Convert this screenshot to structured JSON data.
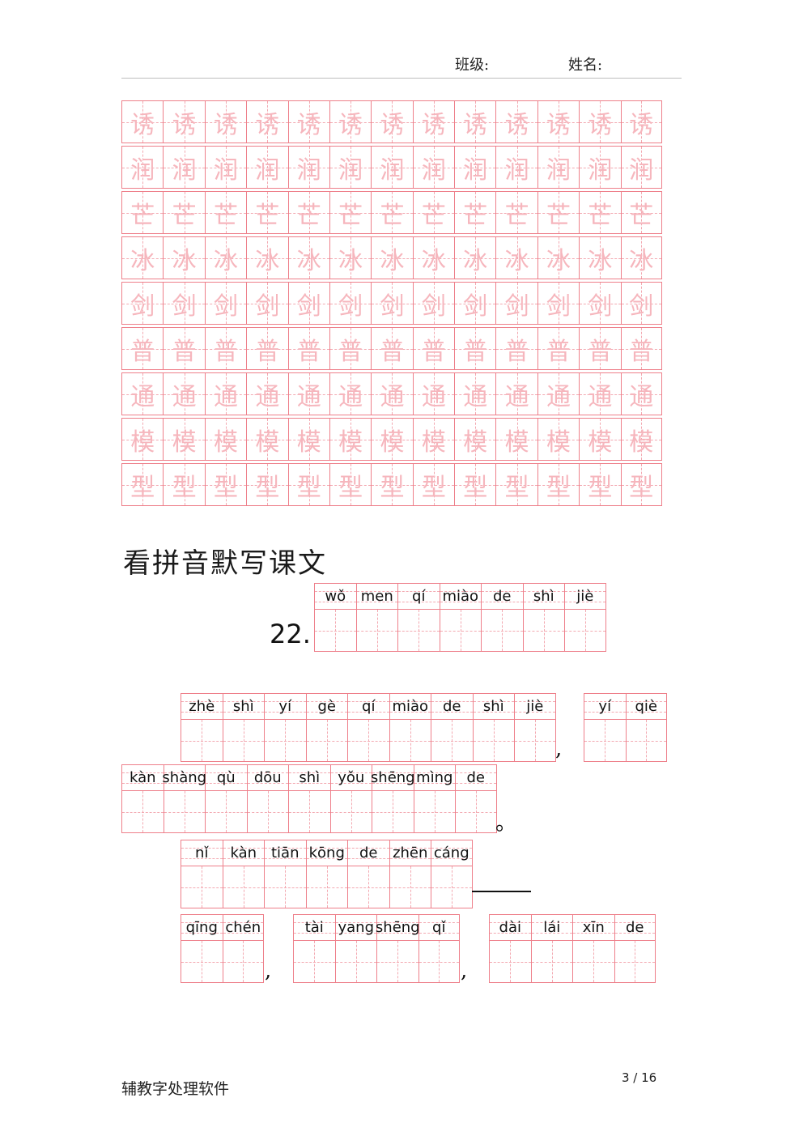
{
  "header": {
    "class_label": "班级:",
    "name_label": "姓名:"
  },
  "practice_rows": [
    {
      "char": "诱",
      "count": 13
    },
    {
      "char": "润",
      "count": 13
    },
    {
      "char": "芒",
      "count": 13
    },
    {
      "char": "冰",
      "count": 13
    },
    {
      "char": "剑",
      "count": 13
    },
    {
      "char": "普",
      "count": 13
    },
    {
      "char": "通",
      "count": 13
    },
    {
      "char": "模",
      "count": 13
    },
    {
      "char": "型",
      "count": 13
    }
  ],
  "section_title": "看拼音默写课文",
  "lesson_number": "22.",
  "groups": {
    "title": [
      "wǒ",
      "men",
      "qí",
      "miào",
      "de",
      "shì",
      "jiè"
    ],
    "l1a": [
      "zhè",
      "shì",
      "yí",
      "gè",
      "qí",
      "miào",
      "de",
      "shì",
      "jiè"
    ],
    "l1b": [
      "yí",
      "qiè"
    ],
    "l2": [
      "kàn",
      "shàng",
      "qù",
      "dōu",
      "shì",
      "yǒu",
      "shēng",
      "mìng",
      "de"
    ],
    "l3": [
      "nǐ",
      "kàn",
      "tiān",
      "kōng",
      "de",
      "zhēn",
      "cáng"
    ],
    "l4a": [
      "qīng",
      "chén"
    ],
    "l4b": [
      "tài",
      "yang",
      "shēng",
      "qǐ"
    ],
    "l4c": [
      "dài",
      "lái",
      "xīn",
      "de"
    ]
  },
  "punctuation": {
    "comma": ",",
    "period": "。"
  },
  "footer": {
    "software": "辅教字处理软件",
    "page": "3 / 16"
  }
}
